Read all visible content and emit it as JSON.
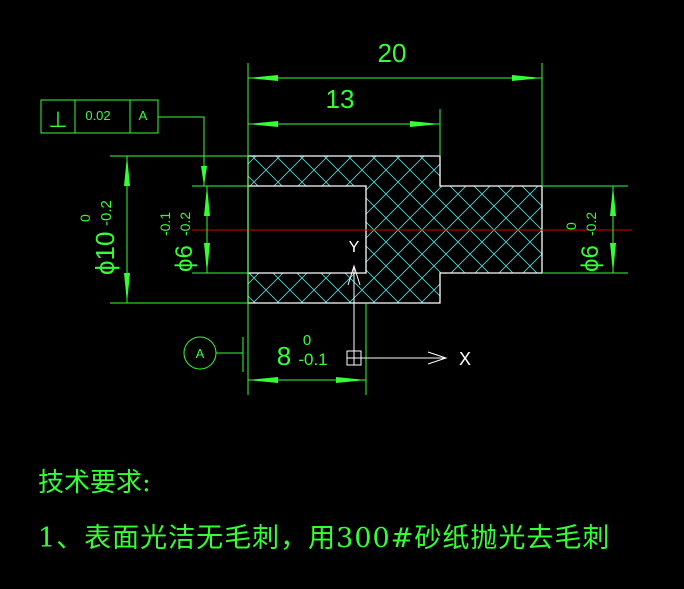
{
  "dimensions": {
    "overall_length": "20",
    "step_length": "13",
    "bore_depth": "8",
    "bore_depth_upper_tol": "0",
    "bore_depth_lower_tol": "-0.1",
    "outer_dia": "ϕ10",
    "outer_dia_upper_tol": "0",
    "outer_dia_lower_tol": "-0.2",
    "bore_dia": "ϕ6",
    "bore_dia_upper_tol": "-0.1",
    "bore_dia_lower_tol": "-0.2",
    "shaft_dia": "ϕ6",
    "shaft_dia_upper_tol": "0",
    "shaft_dia_lower_tol": "-0.2"
  },
  "tolerance_frame": {
    "symbol": "⊥",
    "value": "0.02",
    "datum": "A"
  },
  "datum_label": "A",
  "ucs": {
    "x_label": "X",
    "y_label": "Y"
  },
  "notes": {
    "title": "技术要求:",
    "line1": "1、表面光洁无毛刺，用300#砂纸抛光去毛刺"
  },
  "colors": {
    "dim": "#33ff33",
    "outline": "#ffffff",
    "hatch": "#55dddd",
    "centerline": "#dd0000"
  }
}
